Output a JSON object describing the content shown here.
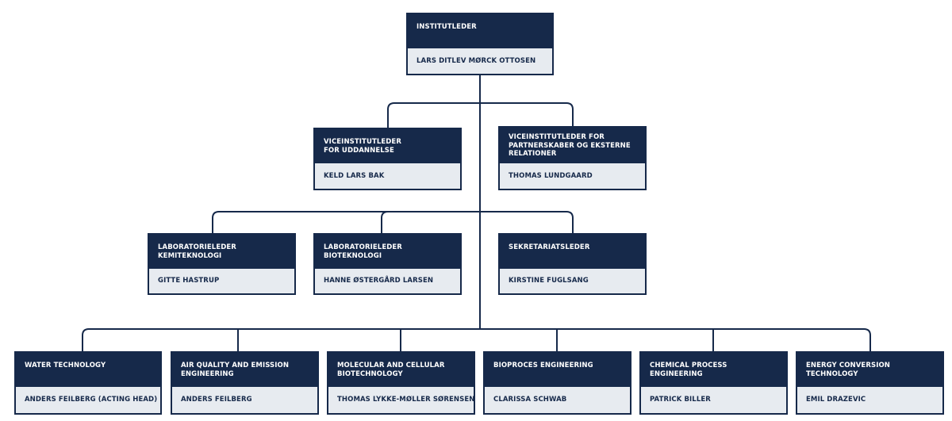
{
  "colors": {
    "accent": "#16294a",
    "name_bg": "#e7ebf0",
    "line": "#16294a"
  },
  "chart": {
    "director": {
      "title": "INSTITUTLEDER",
      "name": "LARS DITLEV MØRCK OTTOSEN"
    },
    "deputies": [
      {
        "title": "VICEINSTITUTLEDER\nFOR UDDANNELSE",
        "name": "KELD LARS BAK"
      },
      {
        "title": "VICEINSTITUTLEDER FOR\nPARTNERSKABER OG EKSTERNE\nRELATIONER",
        "name": "THOMAS LUNDGAARD"
      }
    ],
    "leaders": [
      {
        "title": "LABORATORIELEDER\nKEMITEKNOLOGI",
        "name": "GITTE HASTRUP"
      },
      {
        "title": "LABORATORIELEDER\nBIOTEKNOLOGI",
        "name": "HANNE ØSTERGÅRD LARSEN"
      },
      {
        "title": "SEKRETARIATSLEDER",
        "name": "KIRSTINE FUGLSANG"
      }
    ],
    "sections": [
      {
        "title": "WATER TECHNOLOGY",
        "name": "ANDERS FEILBERG (ACTING HEAD)"
      },
      {
        "title": "AIR QUALITY AND EMISSION\nENGINEERING",
        "name": "ANDERS FEILBERG"
      },
      {
        "title": "MOLECULAR AND CELLULAR\nBIOTECHNOLOGY",
        "name": "THOMAS LYKKE-MØLLER SØRENSEN"
      },
      {
        "title": "BIOPROCES ENGINEERING",
        "name": "CLARISSA SCHWAB"
      },
      {
        "title": "CHEMICAL PROCESS\nENGINEERING",
        "name": "PATRICK BILLER"
      },
      {
        "title": "ENERGY CONVERSION\nTECHNOLOGY",
        "name": "EMIL DRAZEVIC"
      }
    ]
  }
}
